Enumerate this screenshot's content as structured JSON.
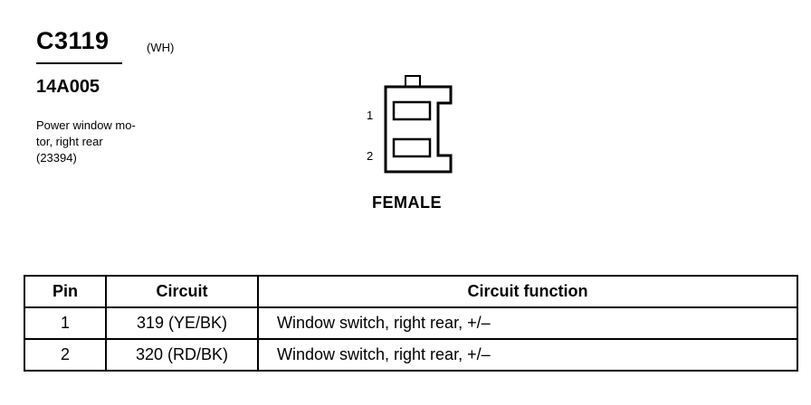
{
  "header": {
    "connector_id": "C3119",
    "connector_color": "(WH)",
    "part_number": "14A005",
    "description_lines": [
      "Power window mo-",
      "tor, right rear",
      "(23394)"
    ]
  },
  "diagram": {
    "pin_labels": [
      "1",
      "2"
    ],
    "gender": "FEMALE"
  },
  "table": {
    "headers": [
      "Pin",
      "Circuit",
      "Circuit function"
    ],
    "rows": [
      {
        "pin": "1",
        "circuit": "319 (YE/BK)",
        "function": "Window switch, right rear, +/–"
      },
      {
        "pin": "2",
        "circuit": "320 (RD/BK)",
        "function": "Window switch, right rear, +/–"
      }
    ]
  }
}
